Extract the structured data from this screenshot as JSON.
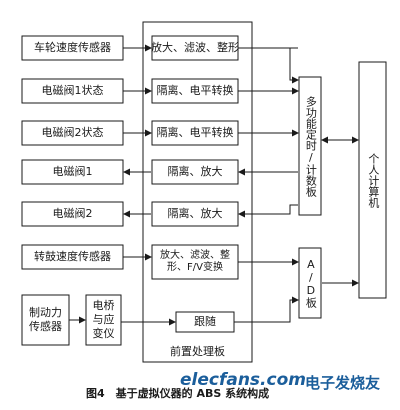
{
  "diagram": {
    "left_column": [
      "车轮速度传感器",
      "电磁阀1状态",
      "电磁阀2状态",
      "电磁阀1",
      "电磁阀2",
      "转鼓速度传感器"
    ],
    "brake_sensor": "制动力传感器",
    "bridge_amp": "电桥与应变仪",
    "middle_column": [
      "放大、滤波、整形",
      "隔离、电平转换",
      "隔离、电平转换",
      "隔离、放大",
      "隔离、放大",
      "放大、滤波、整形、F/V变换",
      "跟随"
    ],
    "counter_board": "多功能定时/计数板",
    "ad_board": "A/D板",
    "computer": "个人计算机",
    "preprocess_board": "前置处理板"
  },
  "caption": "图4　基于虚拟仪器的 ABS 系统构成",
  "watermark": {
    "domain": "elecfans.com",
    "cn": "电子发烧友"
  }
}
